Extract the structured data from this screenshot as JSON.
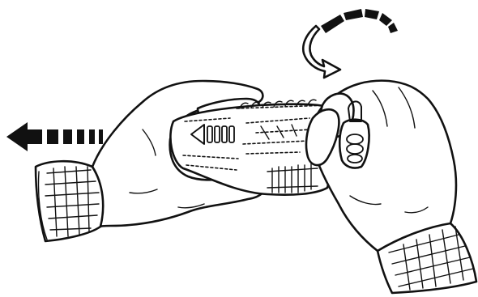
{
  "figure": {
    "subject": "instruction-illustration",
    "arrows": {
      "pull": "left",
      "twist": "clockwise"
    },
    "colors": {
      "ink": "#111111",
      "paper": "#ffffff"
    }
  }
}
